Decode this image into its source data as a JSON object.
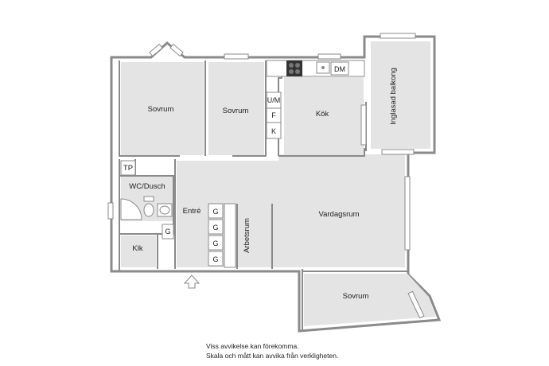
{
  "rooms": {
    "sovrum_1": "Sovrum",
    "sovrum_2": "Sovrum",
    "kok": "Kök",
    "balkong": "Inglasad balkong",
    "tp": "TP",
    "wc": "WC/Dusch",
    "entre": "Entré",
    "klk": "Klk",
    "arbetsrum": "Arbetsrum",
    "vardagsrum": "Vardagsrum",
    "sovrum_3": "Sovrum"
  },
  "fixtures": {
    "um": "U/M",
    "f": "F",
    "k": "K",
    "dm": "DM",
    "wardrobes": [
      "G",
      "G",
      "G",
      "G",
      "G"
    ]
  },
  "colors": {
    "floor": "#e4e4e4",
    "wall": "#8a8a8a"
  },
  "disclaimer": {
    "line1": "Viss avvikelse kan förekomma.",
    "line2": "Skala och mått kan avvika från verkligheten."
  }
}
